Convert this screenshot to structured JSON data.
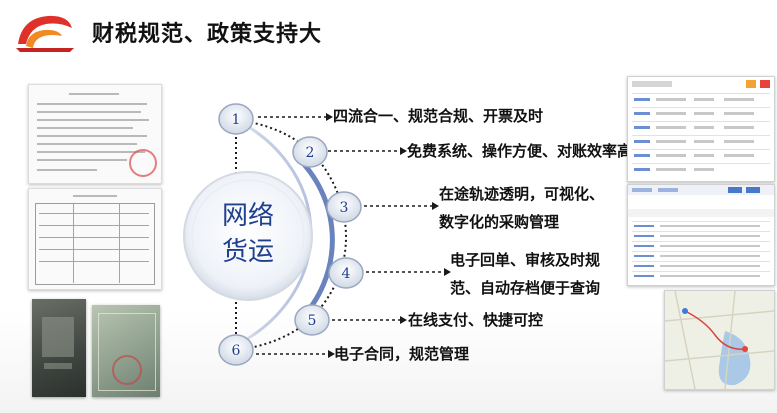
{
  "header": {
    "title": "财税规范、政策支持大",
    "logo_icon": "road-arc-logo-icon"
  },
  "center": {
    "line1": "网络",
    "line2": "货运"
  },
  "features": [
    {
      "num": "1",
      "lines": [
        "四流合一、规范合规、开票及时"
      ]
    },
    {
      "num": "2",
      "lines": [
        "免费系统、操作方便、对账效率高"
      ]
    },
    {
      "num": "3",
      "lines": [
        "在途轨迹透明，可视化、",
        "数字化的采购管理"
      ]
    },
    {
      "num": "4",
      "lines": [
        "电子回单、审核及时规",
        "范、自动存档便于查询"
      ]
    },
    {
      "num": "5",
      "lines": [
        "在线支付、快捷可控"
      ]
    },
    {
      "num": "6",
      "lines": [
        "电子合同，规范管理"
      ]
    }
  ],
  "colors": {
    "accent_red": "#e0302a",
    "accent_orange": "#f08a24",
    "node_blue": "#1f3f8f",
    "node_fill": "#dfe6f2"
  }
}
